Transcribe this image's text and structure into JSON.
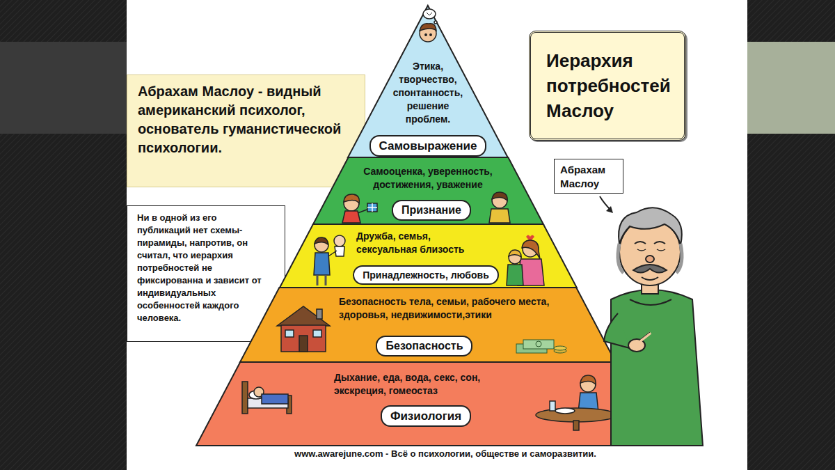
{
  "diagram": {
    "title": "Иерархия потребностей Маслоу",
    "caption": "www.awarejune.com - Всё о психологии, обществе и саморазвитии.",
    "nodes": [
      {
        "text": [
          "Абрахам Маслоу - видный американский психолог, основатель гуманистической психологии."
        ]
      },
      {
        "text": [
          "Ни в одной из его публикаций нет схемы-пирамиды, напротив, он считал, что иерархия потребностей не фиксированна и зависит от индивидуальных особенностей каждого человека."
        ]
      },
      {
        "text": [
          "Этика, творчество, спонтанность, решение проблем."
        ]
      },
      {
        "text": [
          "Самовыражение"
        ],
        "in": 2
      },
      {
        "text": [
          "Самооценка, уверенность, достижения, уважение"
        ]
      },
      {
        "text": [
          "Признание"
        ],
        "in": 4
      },
      {
        "text": [
          "Дружба, семья, сексуальная близость"
        ]
      },
      {
        "text": [
          "Принадлежность, любовь"
        ],
        "in": 6
      },
      {
        "text": [
          "Безопасность тела, семьи, рабочего места, здоровья, недвижимости,этики"
        ]
      },
      {
        "text": [
          "Безопасность"
        ],
        "in": 8
      },
      {
        "text": [
          "Дыхание, еда, вода, секс, сон, экскреция, гомеостаз"
        ]
      },
      {
        "text": [
          "Физиология"
        ],
        "in": 10
      },
      {
        "text": [
          "Абрахам Маслоу"
        ]
      }
    ]
  }
}
